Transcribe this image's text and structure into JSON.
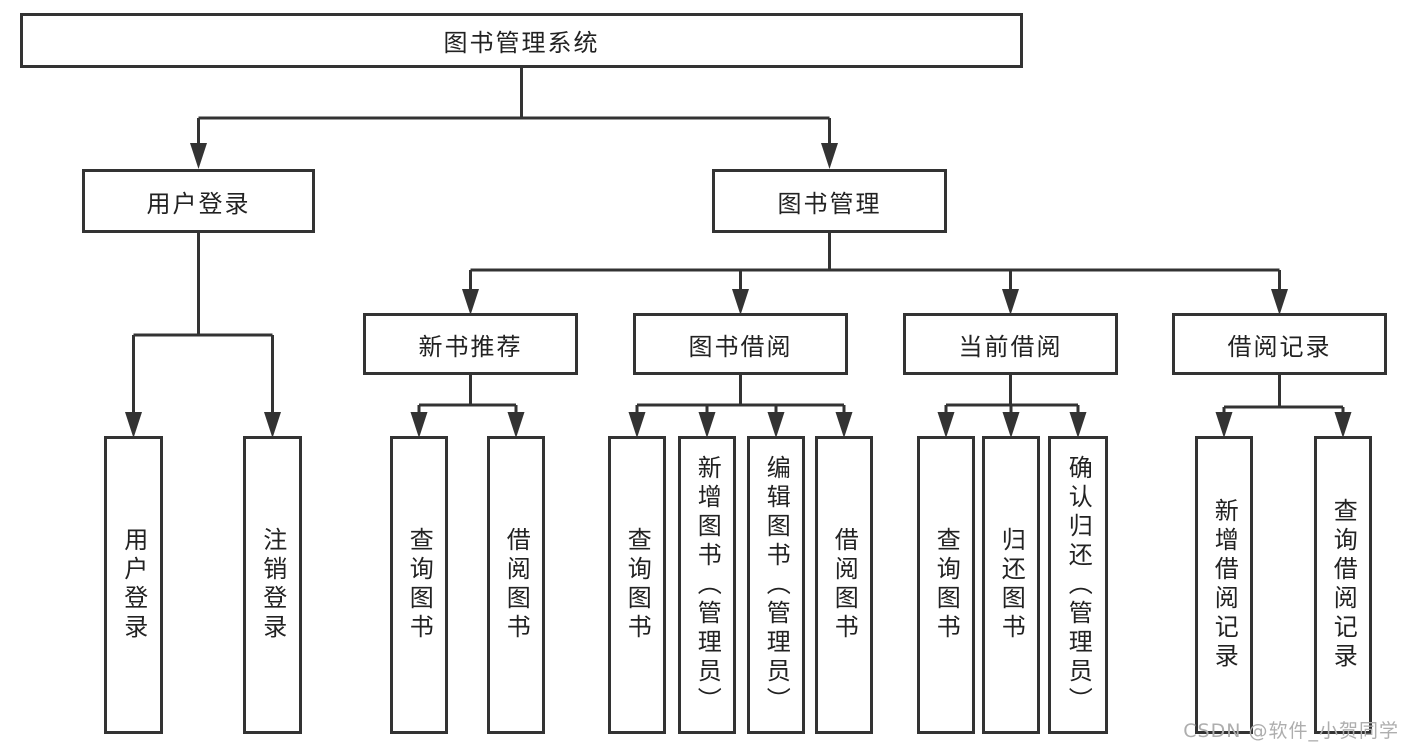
{
  "diagram": {
    "root": {
      "label": "图书管理系统"
    },
    "level2": [
      {
        "label": "用户登录"
      },
      {
        "label": "图书管理"
      }
    ],
    "level3": [
      {
        "label": "新书推荐"
      },
      {
        "label": "图书借阅"
      },
      {
        "label": "当前借阅"
      },
      {
        "label": "借阅记录"
      }
    ],
    "leafGroups": [
      {
        "items": [
          {
            "label": "用户登录"
          },
          {
            "label": "注销登录"
          }
        ]
      },
      {
        "items": [
          {
            "label": "查询图书"
          },
          {
            "label": "借阅图书"
          }
        ]
      },
      {
        "items": [
          {
            "label": "查询图书"
          },
          {
            "label": "新增图书（管理员）"
          },
          {
            "label": "编辑图书（管理员）"
          },
          {
            "label": "借阅图书"
          }
        ]
      },
      {
        "items": [
          {
            "label": "查询图书"
          },
          {
            "label": "归还图书"
          },
          {
            "label": "确认归还（管理员）"
          }
        ]
      },
      {
        "items": [
          {
            "label": "新增借阅记录"
          },
          {
            "label": "查询借阅记录"
          }
        ]
      }
    ]
  },
  "watermark": {
    "text": "CSDN @软件_小贺同学"
  },
  "colors": {
    "line": "#333333",
    "text": "#222222",
    "watermark": "#aeaeae",
    "background": "#ffffff"
  }
}
